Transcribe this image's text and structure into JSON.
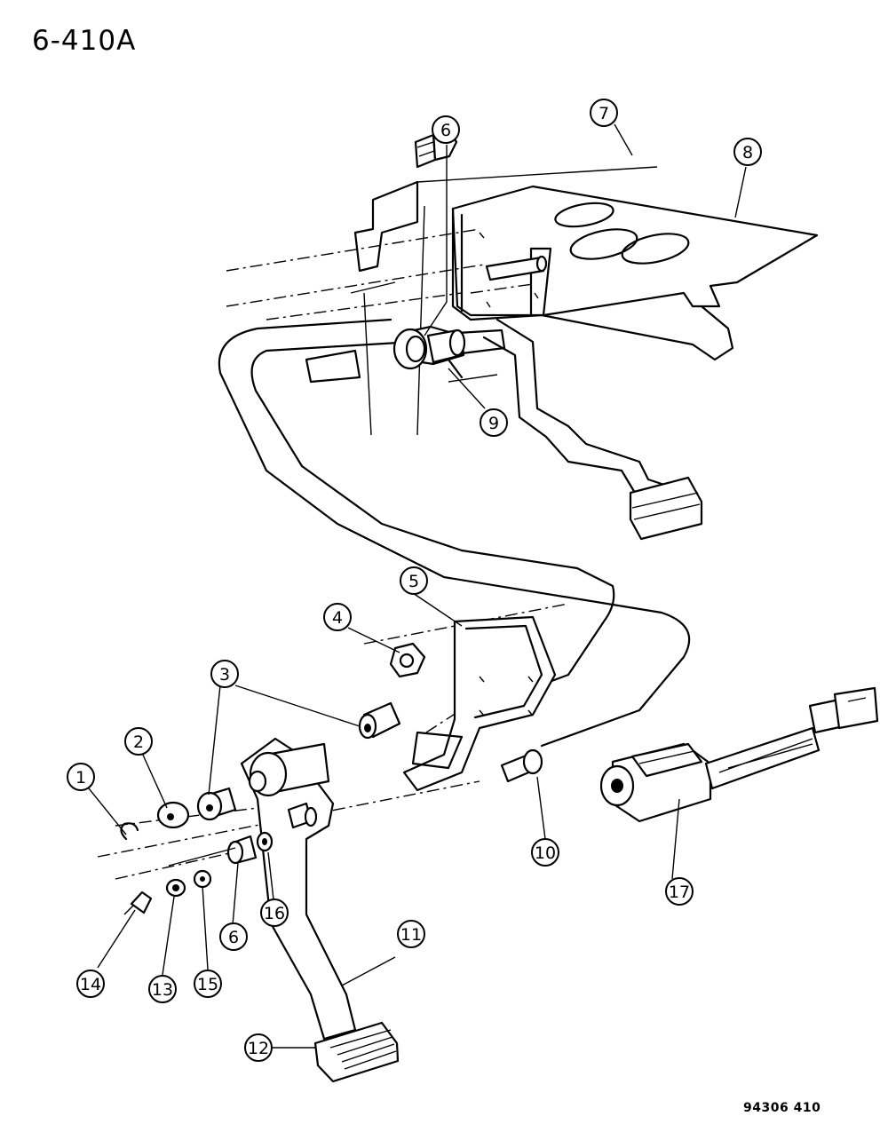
{
  "diagram": {
    "title": "6-410A",
    "reference_number": "94306 410",
    "callouts": [
      "1",
      "2",
      "3",
      "4",
      "5",
      "6",
      "7",
      "8",
      "9",
      "10",
      "11",
      "12",
      "13",
      "14",
      "15",
      "16",
      "17"
    ]
  }
}
